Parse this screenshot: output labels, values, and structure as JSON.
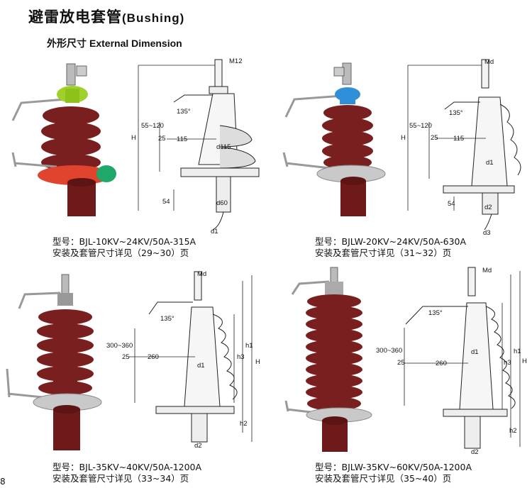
{
  "header": {
    "title_cn": "避雷放电套管",
    "title_en": "(Bushing)",
    "subtitle_cn": "外形尺寸",
    "subtitle_en": "External Dimension"
  },
  "products": [
    {
      "model": "型号：BJL-10KV~24KV/50A-315A",
      "note": "安装及套管尺寸详见（29~30）页",
      "dims": {
        "top": "M12",
        "angle": "135°",
        "h1": "55~120",
        "a": "25",
        "b": "115",
        "d": "d115",
        "base": "54",
        "d0": "d60",
        "d1": "d1",
        "H": "H"
      }
    },
    {
      "model": "型号：BJLW-20KV~24KV/50A-630A",
      "note": "安装及套管尺寸详见（31~32）页",
      "dims": {
        "top": "Md",
        "angle": "135°",
        "h1": "55~120",
        "a": "25",
        "b": "115",
        "d": "d1",
        "base": "54",
        "d0": "d2",
        "d1": "d3",
        "H": "H"
      }
    },
    {
      "model": "型号：BJL-35KV~40KV/50A-1200A",
      "note": "安装及套管尺寸详见（33~34）页",
      "dims": {
        "top": "Md",
        "angle": "135°",
        "h1": "300~360",
        "a": "25",
        "b": "260",
        "d": "d1",
        "base": "h2",
        "d0": "d2",
        "d1": "h3",
        "H": "H",
        "hh": "h1"
      }
    },
    {
      "model": "型号：BJLW-35KV~60KV/50A-1200A",
      "note": "安装及套管尺寸详见（35~40）页",
      "dims": {
        "top": "Md",
        "angle": "135°",
        "h1": "300~360",
        "a": "25",
        "b": "260",
        "d": "d1",
        "base": "h2",
        "d0": "d2",
        "d1": "h3",
        "H": "H",
        "hh": "h1"
      }
    }
  ],
  "page_number": "8",
  "colors": {
    "porcelain": "#7a1f1f",
    "green_cap": "#9ed12a",
    "blue_cap": "#2f8fd8",
    "red_clamp": "#e0442e",
    "green_clamp": "#1fa86a",
    "metal": "#b8b8b8"
  }
}
